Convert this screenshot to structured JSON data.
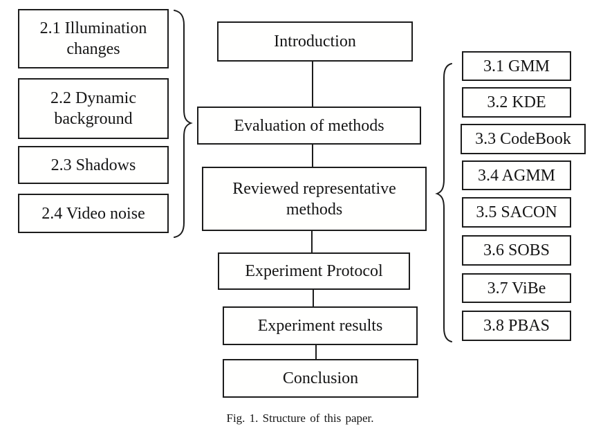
{
  "figure": {
    "caption": "Fig. 1. Structure of this paper."
  },
  "main_flow": [
    {
      "label": "Introduction"
    },
    {
      "label": "Evaluation of methods"
    },
    {
      "label": "Reviewed representative methods"
    },
    {
      "label": "Experiment Protocol"
    },
    {
      "label": "Experiment results"
    },
    {
      "label": "Conclusion"
    }
  ],
  "evaluation_topics": [
    {
      "label": "2.1 Illumination changes"
    },
    {
      "label": "2.2 Dynamic background"
    },
    {
      "label": "2.3 Shadows"
    },
    {
      "label": "2.4 Video noise"
    }
  ],
  "reviewed_methods": [
    {
      "label": "3.1 GMM"
    },
    {
      "label": "3.2 KDE"
    },
    {
      "label": "3.3 CodeBook"
    },
    {
      "label": "3.4 AGMM"
    },
    {
      "label": "3.5 SACON"
    },
    {
      "label": "3.6 SOBS"
    },
    {
      "label": "3.7 ViBe"
    },
    {
      "label": "3.8 PBAS"
    }
  ],
  "colors": {
    "border": "#1c1c1c",
    "text": "#151515",
    "background": "#ffffff",
    "box_fill": "#fffffe"
  }
}
